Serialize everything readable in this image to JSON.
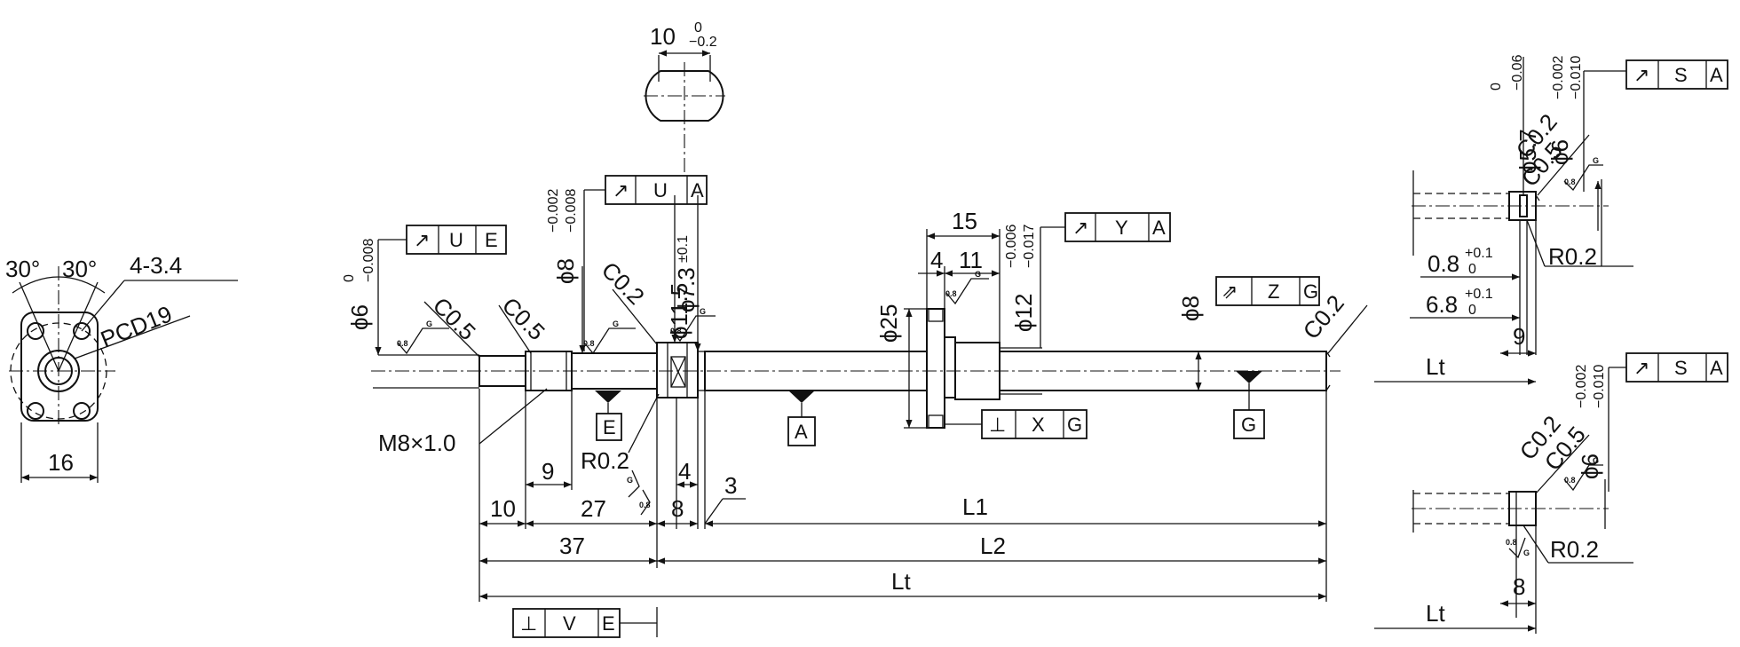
{
  "end_view": {
    "angle_left": "30°",
    "angle_right": "30°",
    "holes": "4-3.4",
    "pcd": "PCD19",
    "width": "16"
  },
  "flat_view": {
    "width": "10",
    "tol_upper": "0",
    "tol_lower": "−0.2"
  },
  "shaft": {
    "d6_nominal": "ϕ6",
    "d6_tol_upper": "0",
    "d6_tol_lower": "−0.008",
    "d8_nominal": "ϕ8",
    "d8_tol_upper": "−0.002",
    "d8_tol_lower": "−0.008",
    "d11_nominal": "ϕ11.5",
    "d11_tol": "±0.1",
    "d7_3": "ϕ7.3",
    "d25": "ϕ25",
    "d12_nominal": "ϕ12",
    "d12_tol_upper": "−0.006",
    "d12_tol_lower": "−0.017",
    "d8_main": "ϕ8",
    "chamfer_c05_a": "C0.5",
    "chamfer_c05_b": "C0.5",
    "chamfer_c02_a": "C0.2",
    "chamfer_c02_b": "C0.2",
    "radius": "R0.2",
    "thread": "M8×1.0",
    "dim_10": "10",
    "dim_9": "9",
    "dim_27": "27",
    "dim_37": "37",
    "dim_8": "8",
    "dim_4": "4",
    "dim_3": "3",
    "dim_15": "15",
    "dim_4b": "4",
    "dim_11": "11",
    "dim_L1": "L1",
    "dim_L2": "L2",
    "dim_Lt": "Lt",
    "roughness": "0.8",
    "roughness_grade": "G"
  },
  "datums": {
    "e": "E",
    "a": "A",
    "g": "G"
  },
  "frames": {
    "ue_sym": "↗",
    "ue_ref1": "U",
    "ue_ref2": "E",
    "ua_sym": "↗",
    "ua_ref1": "U",
    "ua_ref2": "A",
    "ya_sym": "↗",
    "ya_ref1": "Y",
    "ya_ref2": "A",
    "zg_sym": "⇗",
    "zg_ref1": "Z",
    "zg_ref2": "G",
    "xg_sym": "⊥",
    "xg_ref1": "X",
    "xg_ref2": "G",
    "ve_sym": "⊥",
    "ve_ref1": "V",
    "ve_ref2": "E",
    "sa1_sym": "↗",
    "sa1_ref1": "S",
    "sa1_ref2": "A",
    "sa2_sym": "↗",
    "sa2_ref1": "S",
    "sa2_ref2": "A"
  },
  "detail_top": {
    "d57_nominal": "ϕ5.7",
    "d57_tol_upper": "0",
    "d57_tol_lower": "−0.06",
    "d6_nominal": "ϕ6",
    "d6_tol_upper": "−0.002",
    "d6_tol_lower": "−0.010",
    "c02": "C0.2",
    "c05": "C0.5",
    "r02": "R0.2",
    "groove_w": "0.8",
    "groove_w_upper": "+0.1",
    "groove_w_lower": "0",
    "groove_pos": "6.8",
    "groove_pos_upper": "+0.1",
    "groove_pos_lower": "0",
    "dim_9": "9",
    "lt": "Lt"
  },
  "detail_bottom": {
    "d6_nominal": "ϕ6",
    "d6_tol_upper": "−0.002",
    "d6_tol_lower": "−0.010",
    "c02": "C0.2",
    "c05": "C0.5",
    "r02": "R0.2",
    "dim_8": "8",
    "lt": "Lt"
  }
}
